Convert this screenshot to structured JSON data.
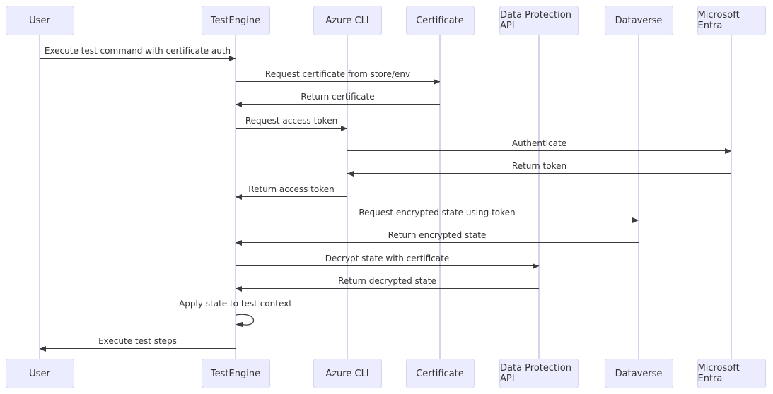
{
  "diagram_type": "sequence-diagram",
  "participants": [
    {
      "label": "User"
    },
    {
      "label": "TestEngine"
    },
    {
      "label": "Azure CLI"
    },
    {
      "label": "Certificate"
    },
    {
      "label": "Data Protection API"
    },
    {
      "label": "Dataverse"
    },
    {
      "label": "Microsoft Entra"
    }
  ],
  "messages": [
    {
      "from": "User",
      "to": "TestEngine",
      "label": "Execute test command with certificate auth"
    },
    {
      "from": "TestEngine",
      "to": "Certificate",
      "label": "Request certificate from store/env"
    },
    {
      "from": "Certificate",
      "to": "TestEngine",
      "label": "Return certificate"
    },
    {
      "from": "TestEngine",
      "to": "Azure CLI",
      "label": "Request access token"
    },
    {
      "from": "Azure CLI",
      "to": "Microsoft Entra",
      "label": "Authenticate"
    },
    {
      "from": "Microsoft Entra",
      "to": "Azure CLI",
      "label": "Return token"
    },
    {
      "from": "Azure CLI",
      "to": "TestEngine",
      "label": "Return access token"
    },
    {
      "from": "TestEngine",
      "to": "Dataverse",
      "label": "Request encrypted state using token"
    },
    {
      "from": "Dataverse",
      "to": "TestEngine",
      "label": "Return encrypted state"
    },
    {
      "from": "TestEngine",
      "to": "Data Protection API",
      "label": "Decrypt state with certificate"
    },
    {
      "from": "Data Protection API",
      "to": "TestEngine",
      "label": "Return decrypted state"
    },
    {
      "from": "TestEngine",
      "to": "TestEngine",
      "label": "Apply state to test context"
    },
    {
      "from": "TestEngine",
      "to": "User",
      "label": "Execute test steps"
    }
  ],
  "colors": {
    "background": "#ffffff",
    "actor_fill": "#ECECFF",
    "actor_border": "#d8d4ef",
    "lifeline": "#d9d2ef",
    "arrow": "#3c3c3c",
    "text": "#333333"
  }
}
